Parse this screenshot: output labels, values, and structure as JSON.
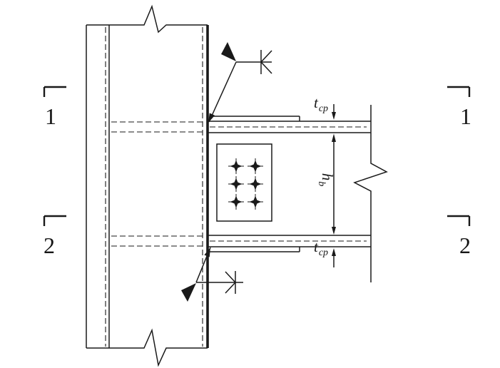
{
  "section_markers": {
    "left_top": "1",
    "right_top": "1",
    "left_bottom": "2",
    "right_bottom": "2"
  },
  "dimensions": {
    "top_plate_thickness": {
      "main": "t",
      "sub": "cp"
    },
    "beam_height": {
      "main": "h",
      "sub": "b"
    },
    "bottom_plate_thickness": {
      "main": "t",
      "sub": "cp"
    }
  },
  "bolt_group": {
    "rows": 3,
    "cols": 2,
    "count": 6
  },
  "icons": {
    "bolt": "four-pointed-star",
    "field_weld_flag": "filled-triangle-flag",
    "weld_type_symbol": "K-glyph",
    "break_line": "zigzag"
  },
  "colors": {
    "line": "#1a1a1a",
    "background": "#ffffff"
  }
}
